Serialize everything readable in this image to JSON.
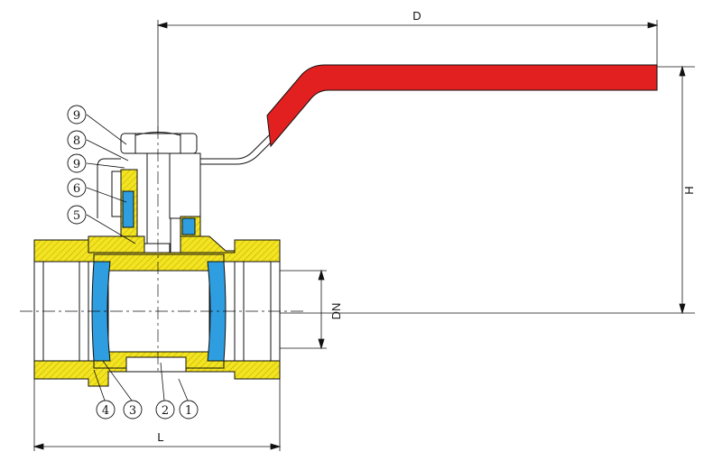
{
  "dimensions": {
    "D": "D",
    "H": "H",
    "DN": "DN",
    "L": "L"
  },
  "callouts": [
    {
      "label": "9"
    },
    {
      "label": "8"
    },
    {
      "label": "9"
    },
    {
      "label": "6"
    },
    {
      "label": "5"
    },
    {
      "label": "4"
    },
    {
      "label": "3"
    },
    {
      "label": "2"
    },
    {
      "label": "1"
    }
  ],
  "colors": {
    "brass": "#f3e422",
    "seal": "#2f9ee0",
    "handle": "#e32020",
    "line": "#111111"
  }
}
